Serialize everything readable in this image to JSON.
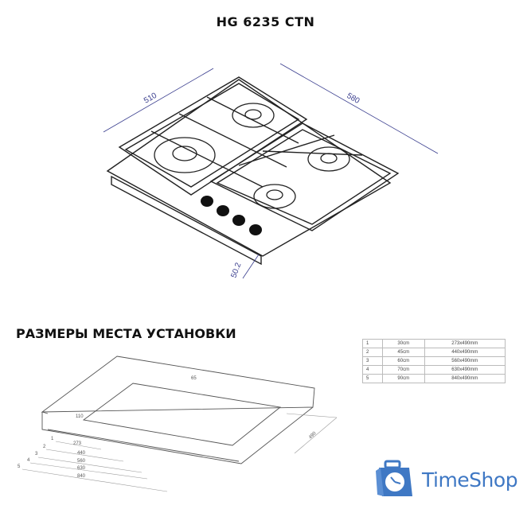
{
  "title": "HG 6235 CTN",
  "hob_dimensions": {
    "width": "510",
    "depth": "580",
    "height": "50.2"
  },
  "section_heading": "РАЗМЕРЫ МЕСТА УСТАНОВКИ",
  "cutout_table": [
    {
      "n": "1",
      "size": "30cm",
      "cutout": "273x490mm"
    },
    {
      "n": "2",
      "size": "45cm",
      "cutout": "440x490mm"
    },
    {
      "n": "3",
      "size": "60cm",
      "cutout": "560x490mm"
    },
    {
      "n": "4",
      "size": "70cm",
      "cutout": "630x490mm"
    },
    {
      "n": "5",
      "size": "90cm",
      "cutout": "840x490mm"
    }
  ],
  "cutout_drawing": {
    "top_offset": "65",
    "side_offset": "110",
    "depth": "490",
    "indices": [
      "1",
      "2",
      "3",
      "4",
      "5"
    ],
    "widths": [
      "273",
      "440",
      "560",
      "630",
      "840"
    ]
  },
  "logo": {
    "text": "TimeShop",
    "color": "#3f78c4"
  }
}
